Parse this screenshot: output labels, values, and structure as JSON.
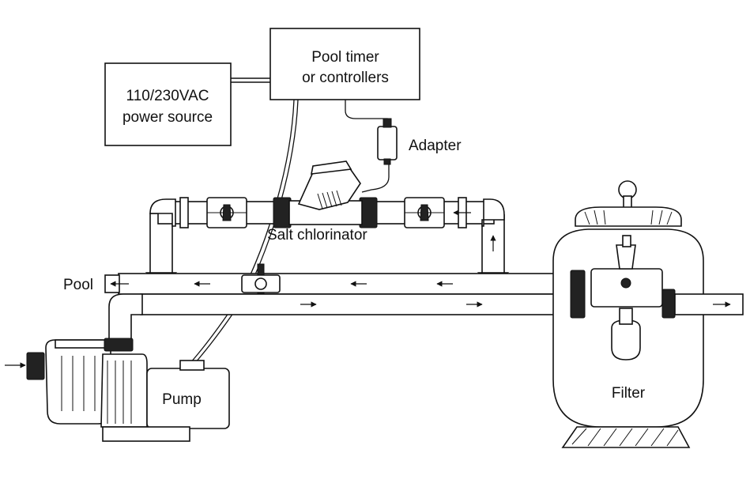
{
  "labels": {
    "power_line1": "110/230VAC",
    "power_line2": "power source",
    "timer_line1": "Pool timer",
    "timer_line2": "or controllers",
    "adapter": "Adapter",
    "salt_chlorinator": "Salt chlorinator",
    "pool": "Pool",
    "pump": "Pump",
    "filter": "Filter"
  }
}
